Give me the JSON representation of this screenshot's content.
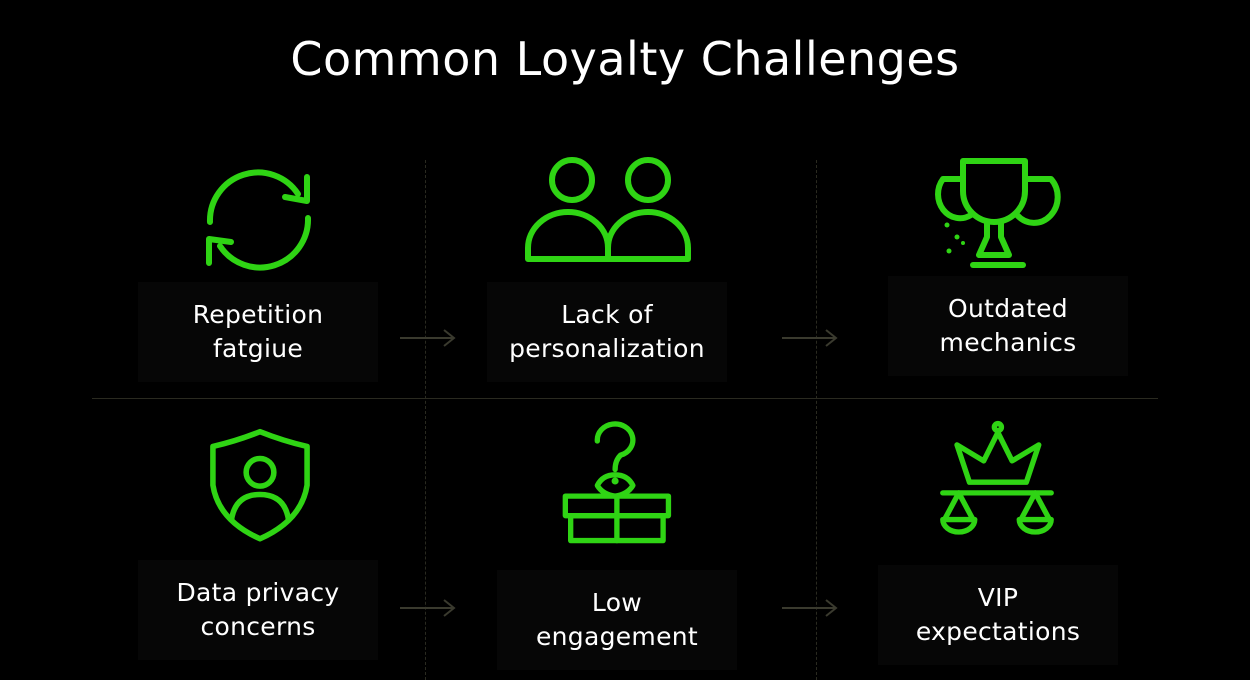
{
  "title": "Common Loyalty Challenges",
  "accent_color": "#2fd414",
  "cards": [
    {
      "icon": "refresh-icon",
      "label": "Repetition\nfatgiue"
    },
    {
      "icon": "users-icon",
      "label": "Lack of\npersonalization"
    },
    {
      "icon": "trophy-icon",
      "label": "Outdated\nmechanics"
    },
    {
      "icon": "shield-user-icon",
      "label": "Data privacy\nconcerns"
    },
    {
      "icon": "gift-question-icon",
      "label": "Low\nengagement"
    },
    {
      "icon": "crown-scale-icon",
      "label": "VIP\nexpectations"
    }
  ]
}
